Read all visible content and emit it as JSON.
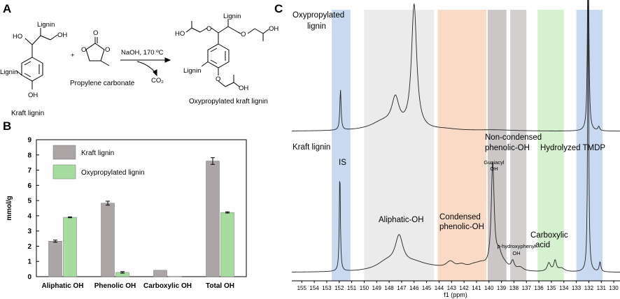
{
  "panel_a": {
    "letter": "A",
    "reactant_labels": [
      "Lignin",
      "HO",
      "OH",
      "Lignin",
      "OH"
    ],
    "reactant_name": "Kraft lignin",
    "plus": "+",
    "carbonate_atoms": [
      "O",
      "O",
      "O"
    ],
    "carbonate_name": "Propylene carbonate",
    "conditions": "NaOH, 170 ºC",
    "byproduct": "CO₂",
    "product_labels": [
      "Lignin",
      "HO",
      "O",
      "O",
      "OH",
      "Lignin",
      "O",
      "OH"
    ],
    "product_name": "Oxypropylated kraft lignin"
  },
  "panel_b": {
    "letter": "B",
    "chart_data": {
      "type": "bar",
      "categories": [
        "Aliphatic OH",
        "Phenolic OH",
        "Carboxylic OH",
        "Total OH"
      ],
      "series": [
        {
          "name": "Kraft lignin",
          "values": [
            2.33,
            4.83,
            0.42,
            7.6
          ],
          "errors": [
            0.07,
            0.13,
            0.0,
            0.22
          ],
          "color": "#aca5a6"
        },
        {
          "name": "Oxypropylated  lignin",
          "values": [
            3.9,
            0.28,
            0.02,
            4.22
          ],
          "errors": [
            0.03,
            0.05,
            0.0,
            0.04
          ],
          "color": "#a6dca0"
        }
      ],
      "ylabel": "mmol/g",
      "ylim": [
        0,
        9
      ],
      "yticks": [
        "0",
        "1",
        "2",
        "3",
        "4",
        "5",
        "6",
        "7",
        "8",
        "9"
      ],
      "legend": "top-left"
    }
  },
  "panel_c": {
    "letter": "C",
    "chart_data": {
      "type": "line",
      "xlabel": "f1 (ppm)",
      "xlim": [
        155.8,
        129.5
      ],
      "xticks": [
        "155",
        "154",
        "153",
        "152",
        "151",
        "150",
        "149",
        "148",
        "147",
        "146",
        "145",
        "144",
        "143",
        "142",
        "141",
        "140",
        "139",
        "138",
        "137",
        "136",
        "135",
        "134",
        "133",
        "132",
        "131",
        "130"
      ],
      "series_names": [
        "Oxypropylated lignin",
        "Kraft lignin"
      ],
      "regions": [
        {
          "label": "IS",
          "from": 152.6,
          "to": 151.1,
          "color": "#c6d8ef"
        },
        {
          "label": "Aliphatic-OH",
          "from": 150.0,
          "to": 144.4,
          "color": "#eaeaea"
        },
        {
          "label": "Condensed phenolic-OH",
          "from": 144.1,
          "to": 140.2,
          "color": "#f8d8c4"
        },
        {
          "label": "Guaiacyl OH",
          "from": 140.1,
          "to": 138.6,
          "color": "#c8c4c4"
        },
        {
          "label": "p-hydroxyphenyl OH",
          "from": 138.3,
          "to": 137.0,
          "color": "#d0cccc"
        },
        {
          "label": "Carboxylic acid",
          "from": 136.1,
          "to": 134.0,
          "color": "#d4f0cc"
        },
        {
          "label": "Hydrolyzed TMDP",
          "from": 133.0,
          "to": 130.9,
          "color": "#c6d8ef"
        }
      ],
      "annotations": [
        "Oxypropylated",
        "lignin",
        "Kraft lignin",
        "IS",
        "Aliphatic-OH",
        "Condensed",
        "phenolic-OH",
        "Non-condensed",
        "phenolic-OH",
        "Guaiacyl",
        "OH",
        "p-hydroxyphenyl",
        "OH",
        "Carboxylic",
        "acid",
        "Hydrolyzed TMDP"
      ]
    }
  }
}
